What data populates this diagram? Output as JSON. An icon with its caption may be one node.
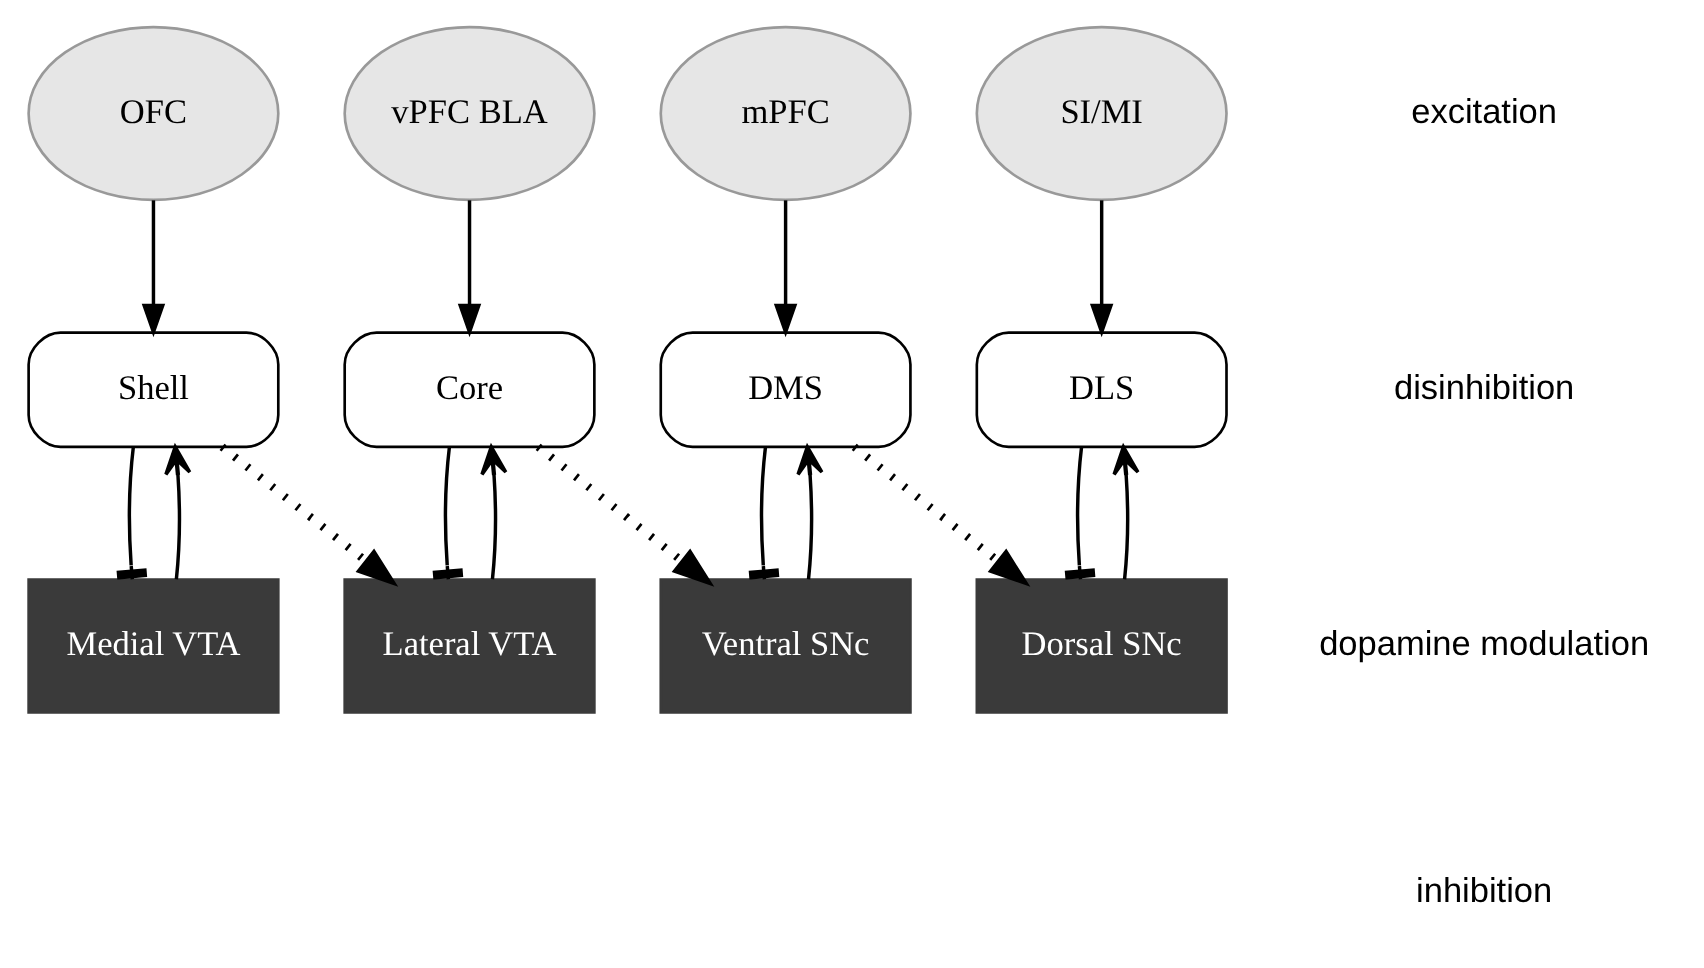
{
  "diagram": {
    "nodes": [
      {
        "text": [
          "OFC"
        ]
      },
      {
        "text": [
          "vPFC BLA"
        ]
      },
      {
        "text": [
          "mPFC"
        ]
      },
      {
        "text": [
          "SI/MI"
        ]
      },
      {
        "text": [
          "Shell"
        ]
      },
      {
        "text": [
          "Core"
        ]
      },
      {
        "text": [
          "DMS"
        ]
      },
      {
        "text": [
          "DLS"
        ]
      },
      {
        "text": [
          "Medial VTA"
        ]
      },
      {
        "text": [
          "Lateral VTA"
        ]
      },
      {
        "text": [
          "Ventral SNc"
        ]
      },
      {
        "text": [
          "Dorsal SNc"
        ]
      }
    ],
    "edges": [
      {
        "from": 0,
        "to": 4,
        "arrow": "to"
      },
      {
        "from": 1,
        "to": 5,
        "arrow": "to"
      },
      {
        "from": 2,
        "to": 6,
        "arrow": "to"
      },
      {
        "from": 3,
        "to": 7,
        "arrow": "to"
      },
      {
        "from": 8,
        "to": 4,
        "arrow": "to"
      },
      {
        "from": 4,
        "to": 8,
        "arrow": "other"
      },
      {
        "from": 4,
        "to": 9,
        "arrow": "to",
        "style": "dashed"
      },
      {
        "from": 9,
        "to": 5,
        "arrow": "to"
      },
      {
        "from": 5,
        "to": 9,
        "arrow": "other"
      },
      {
        "from": 5,
        "to": 10,
        "arrow": "to",
        "style": "dashed"
      },
      {
        "from": 10,
        "to": 6,
        "arrow": "to"
      },
      {
        "from": 6,
        "to": 10,
        "arrow": "other"
      },
      {
        "from": 6,
        "to": 11,
        "arrow": "to",
        "style": "dashed"
      },
      {
        "from": 11,
        "to": 7,
        "arrow": "to"
      },
      {
        "from": 7,
        "to": 11,
        "arrow": "other"
      }
    ],
    "legend": [
      {
        "text": "excitation"
      },
      {
        "text": "disinhibition"
      },
      {
        "text": "dopamine modulation"
      },
      {
        "text": "inhibition"
      }
    ]
  }
}
